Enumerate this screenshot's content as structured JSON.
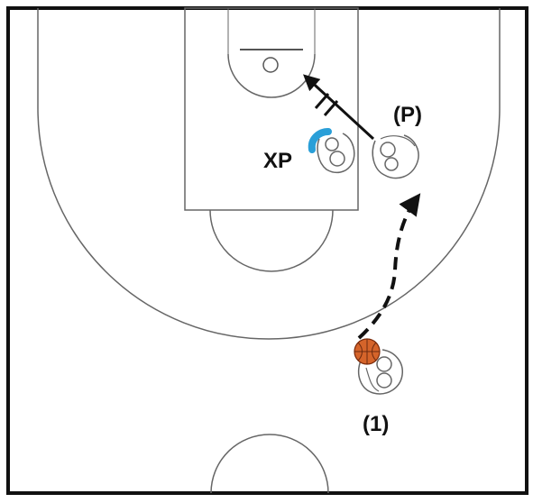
{
  "labels": {
    "defender": "XP",
    "post_player": "(P)",
    "ball_handler": "(1)"
  },
  "colors": {
    "court_line": "#5a5a5a",
    "boundary": "#111111",
    "defender_arm": "#2a9fd8",
    "ball": "#d5642a",
    "arrow": "#111111"
  },
  "icons": {
    "player": "player-topdown-icon",
    "ball": "basketball-icon"
  }
}
